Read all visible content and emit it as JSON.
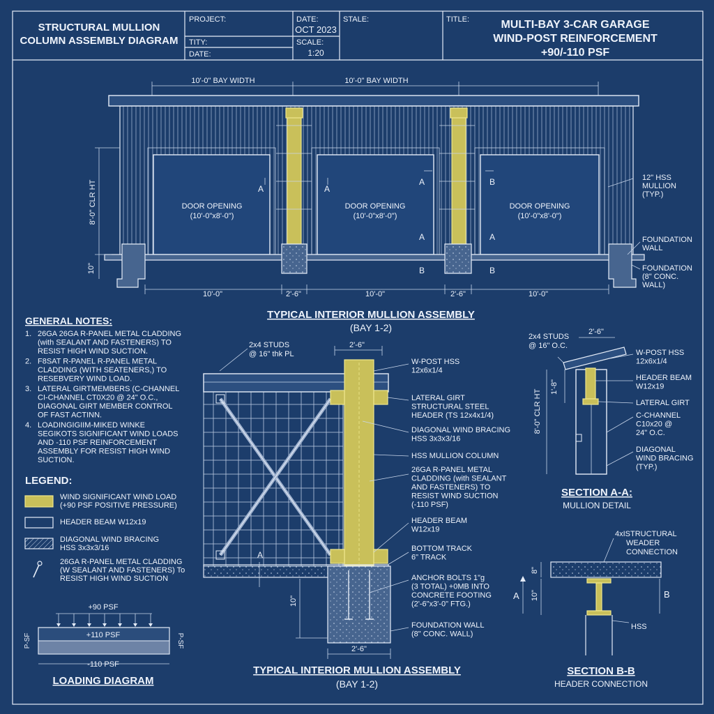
{
  "title_block": {
    "left_title_line1": "STRUCTURAL MULLION",
    "left_title_line2": "COLUMN ASSEMBLY DIAGRAM",
    "project_label": "PROJECT:",
    "tity_label": "TITY:",
    "date_label_left": "DATE:",
    "date_label": "DATE:",
    "date_value": "OCT 2023",
    "scale_label": "SCALE:",
    "scale_value": "1:20",
    "stale_label": "STALE:",
    "title_label": "TITLE:",
    "main_title_line1": "MULTI-BAY 3-CAR GARAGE",
    "main_title_line2": "WIND-POST REINFORCEMENT",
    "main_title_line3": "+90/-110 PSF"
  },
  "elevation": {
    "bay_width_1": "10'-0\" BAY WIDTH",
    "bay_width_2": "10'-0\" BAY WIDTH",
    "clr_ht": "8'-0\" CLR HT",
    "footing_dim": "10\"",
    "door_label": "DOOR OPENING",
    "door_size": "(10'-0\"x8'-0\")",
    "door_size_mid": "(10'-0\"x8'-0\")",
    "section_a": "A",
    "section_b": "B",
    "bottom_dims": [
      "10'-0\"",
      "2'-6\"",
      "10'-0\"",
      "2'-6\"",
      "10'-0\""
    ],
    "callout_hss_1": "12\" HSS",
    "callout_hss_2": "MULLION",
    "callout_hss_3": "(TYP.)",
    "callout_fw_1": "FOUNDATION",
    "callout_fw_2": "WALL",
    "callout_f2_1": "FOUNDATION",
    "callout_f2_2": "(8\" CONC.",
    "callout_f2_3": "WALL)",
    "caption_1": "TYPICAL INTERIOR MULLION ASSEMBLY",
    "caption_2": "(BAY 1-2)"
  },
  "notes": {
    "heading": "GENERAL NOTES:",
    "items": [
      {
        "num": "1.",
        "lines": [
          "26GA 26GA R-PANEL METAL CLADDING",
          "(with SEALANT AND FASTENERS) TO",
          "RESIST HIGH WIND SUCTION."
        ]
      },
      {
        "num": "2.",
        "lines": [
          "F8SAT R-PANEL R-PANEL METAL",
          "CLADDING (WITH SEATENERS,) TO",
          "RESEBVERY WIND LOAD."
        ]
      },
      {
        "num": "3.",
        "lines": [
          "LATERAL GIRTMEMBERS (C-CHANNEL",
          "CI-CHANNEL CT0X20 @ 24\" O.C.,",
          "DIAGONAL GIRT MEMBER CONTROL",
          "OF FAST ACTINN."
        ]
      },
      {
        "num": "4.",
        "lines": [
          "LOADINGIGIIM-MIKED WINKE",
          "SEGIKOTS SIGNIFICANT WIND LOADS",
          "AND -110 PSF REINFORCEMENT",
          "ASSEMBLY FOR RESIST HIGH WIND",
          "SUCTION."
        ]
      }
    ]
  },
  "legend": {
    "heading": "LEGEND:",
    "items": [
      {
        "lines": [
          "WIND SIGNIFICANT WIND LOAD",
          "(+90 PSF POSITIVE PRESSURE)"
        ]
      },
      {
        "lines": [
          "HEADER BEAM W12x19"
        ]
      },
      {
        "lines": [
          "DIAGONAL WIND BRACING",
          "HSS 3x3x3/16"
        ]
      },
      {
        "lines": [
          "26GA R-PANEL METAL CLADDING",
          "(W SEALANT AND FASTENERS) To",
          "RESIST HIGH WIND SUCTION"
        ]
      }
    ]
  },
  "loading": {
    "top_load": "+90 PSF",
    "mid_load": "+110 PSF",
    "bottom_load": "-110 PSF",
    "left_label": "P-SF",
    "right_label": "P-SF",
    "caption": "LOADING DIAGRAM"
  },
  "detail": {
    "studs_1": "2x4 STUDS",
    "studs_2": "@ 16\" thk PL",
    "top_dim": "2'-6\"",
    "bottom_dim": "2'-6\"",
    "height_dim": "10\"",
    "section_a": "A",
    "callouts": [
      {
        "lines": [
          "W-POST HSS",
          "12x6x1/4"
        ]
      },
      {
        "lines": [
          "LATERAL GIRT",
          "STRUCTURAL STEEL",
          "HEADER (TS 12x4x1/4)"
        ]
      },
      {
        "lines": [
          "DIAGONAL WIND BRACING",
          "HSS 3x3x3/16"
        ]
      },
      {
        "lines": [
          "HSS MULLION COLUMN"
        ]
      },
      {
        "lines": [
          "26GA R-PANEL METAL",
          "CLADDING (with SEALANT",
          "AND FASTENERS) TO",
          "RESIST WIND SUCTION",
          "(-110 PSF)"
        ]
      },
      {
        "lines": [
          "HEADER BEAM",
          "W12x19"
        ]
      },
      {
        "lines": [
          "BOTTOM TRACK",
          "6\" TRACK"
        ]
      },
      {
        "lines": [
          "ANCHOR BOLTS 1\"g",
          "(3 TOTAL) +0MB INTO",
          "CONCRETE FOOTING",
          "(2'-6\"x3'-0\" FTG.)"
        ]
      },
      {
        "lines": [
          "FOUNDATION WALL",
          "(8\" CONC. WALL)"
        ]
      }
    ],
    "caption_1": "TYPICAL INTERIOR MULLION ASSEMBLY",
    "caption_2": "(BAY 1-2)"
  },
  "section_aa": {
    "studs_1": "2x4 STUDS",
    "studs_2": "@ 16\" O.C.",
    "top_dim": "2'-6\"",
    "dim_small": "1'-8\"",
    "clr_ht": "8'-0\" CLR HT",
    "callouts": [
      {
        "lines": [
          "W-POST HSS",
          "12x6x1/4"
        ]
      },
      {
        "lines": [
          "HEADER BEAM",
          "W12x19"
        ]
      },
      {
        "lines": [
          "LATERAL GIRT"
        ]
      },
      {
        "lines": [
          "C-CHANNEL",
          "C10x20 @",
          "24\" O.C."
        ]
      },
      {
        "lines": [
          "DIAGONAL",
          "WIND BRACING",
          "(TYP.)"
        ]
      }
    ],
    "caption_1": "SECTION A-A:",
    "caption_2": "MULLION DETAIL"
  },
  "section_bb": {
    "callout_1": "4xISTRUCTURAL",
    "callout_2": "WEADER",
    "callout_3": "CONNECTION",
    "dim_8": "8\"",
    "dim_10": "10\"",
    "label_a": "A",
    "label_b": "B",
    "hss": "HSS",
    "caption_1": "SECTION B-B",
    "caption_2": "HEADER CONNECTION"
  },
  "colors": {
    "background": "#1c3d6b",
    "linework": "#e6edf8",
    "hss_yellow": "#c9c05a",
    "concrete": "#47658f"
  }
}
